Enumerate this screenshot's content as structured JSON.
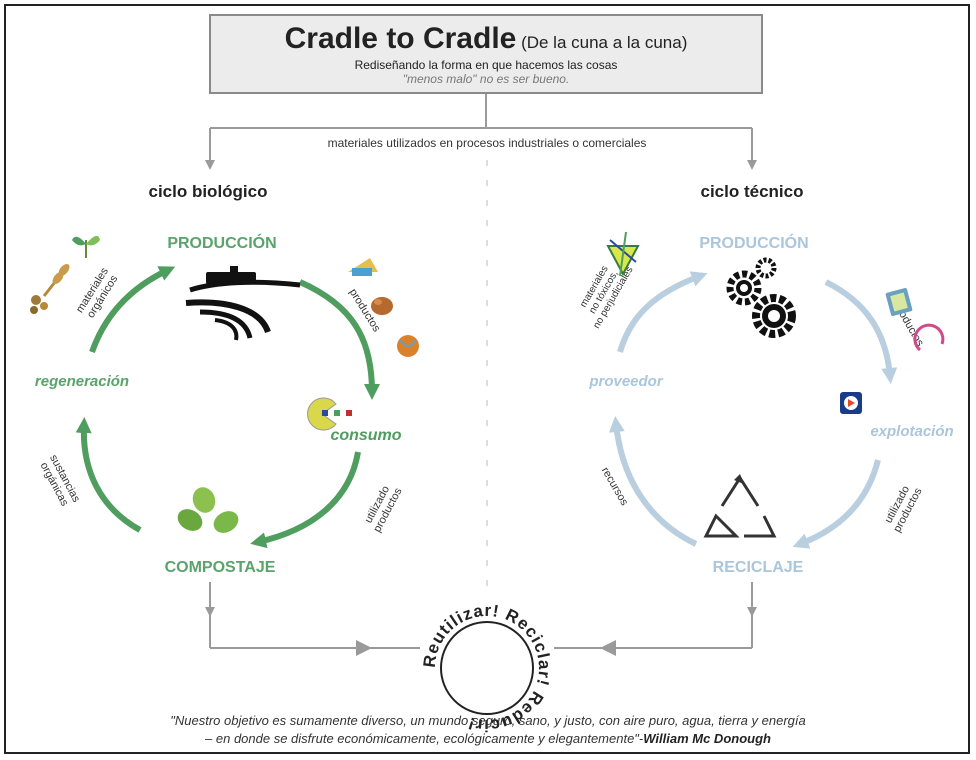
{
  "header": {
    "title": "Cradle to Cradle",
    "title_sub": " (De la cuna a la cuna)",
    "line1": "Rediseñando la forma en que hacemos las cosas",
    "line2": "\"menos malo\" no es ser bueno."
  },
  "shared_label": "materiales utilizados en procesos industriales o comerciales",
  "bio": {
    "title": "ciclo biológico",
    "produccion": "PRODUCCIÓN",
    "consumo": "consumo",
    "compostaje": "COMPOSTAJE",
    "regeneracion": "regeneración",
    "materiales": [
      "materiales",
      "orgánicos"
    ],
    "productos": "productos",
    "utilizado": [
      "utilizado",
      "productos"
    ],
    "sustancias": [
      "sustancias",
      "orgánicas"
    ]
  },
  "tech": {
    "title": "ciclo técnico",
    "produccion": "PRODUCCIÓN",
    "explotacion": "explotación",
    "reciclaje": "RECICLAJE",
    "proveedor": "proveedor",
    "materiales": [
      "materiales",
      "no tóxicos,",
      "no perjudiciales"
    ],
    "productos": "productos",
    "utilizado": [
      "utilizado",
      "productos"
    ],
    "recursos": "recursos"
  },
  "center_ring": {
    "text": "Reutilizar! Reciclar! Reducir! "
  },
  "quote": {
    "line1": "\"Nuestro objetivo es sumamente diverso, un mundo seguro, sano, y justo, con aire puro, agua, tierra y energía",
    "line2": "– en donde se disfrute económicamente, ecológicamente y elegantemente\"-",
    "author": "William Mc Donough"
  },
  "colors": {
    "green": "#4f9d5f",
    "green_text": "#5aa36a",
    "blue": "#b9cfe0",
    "blue_text": "#a9c6dc",
    "gray": "#9a9a9a"
  }
}
